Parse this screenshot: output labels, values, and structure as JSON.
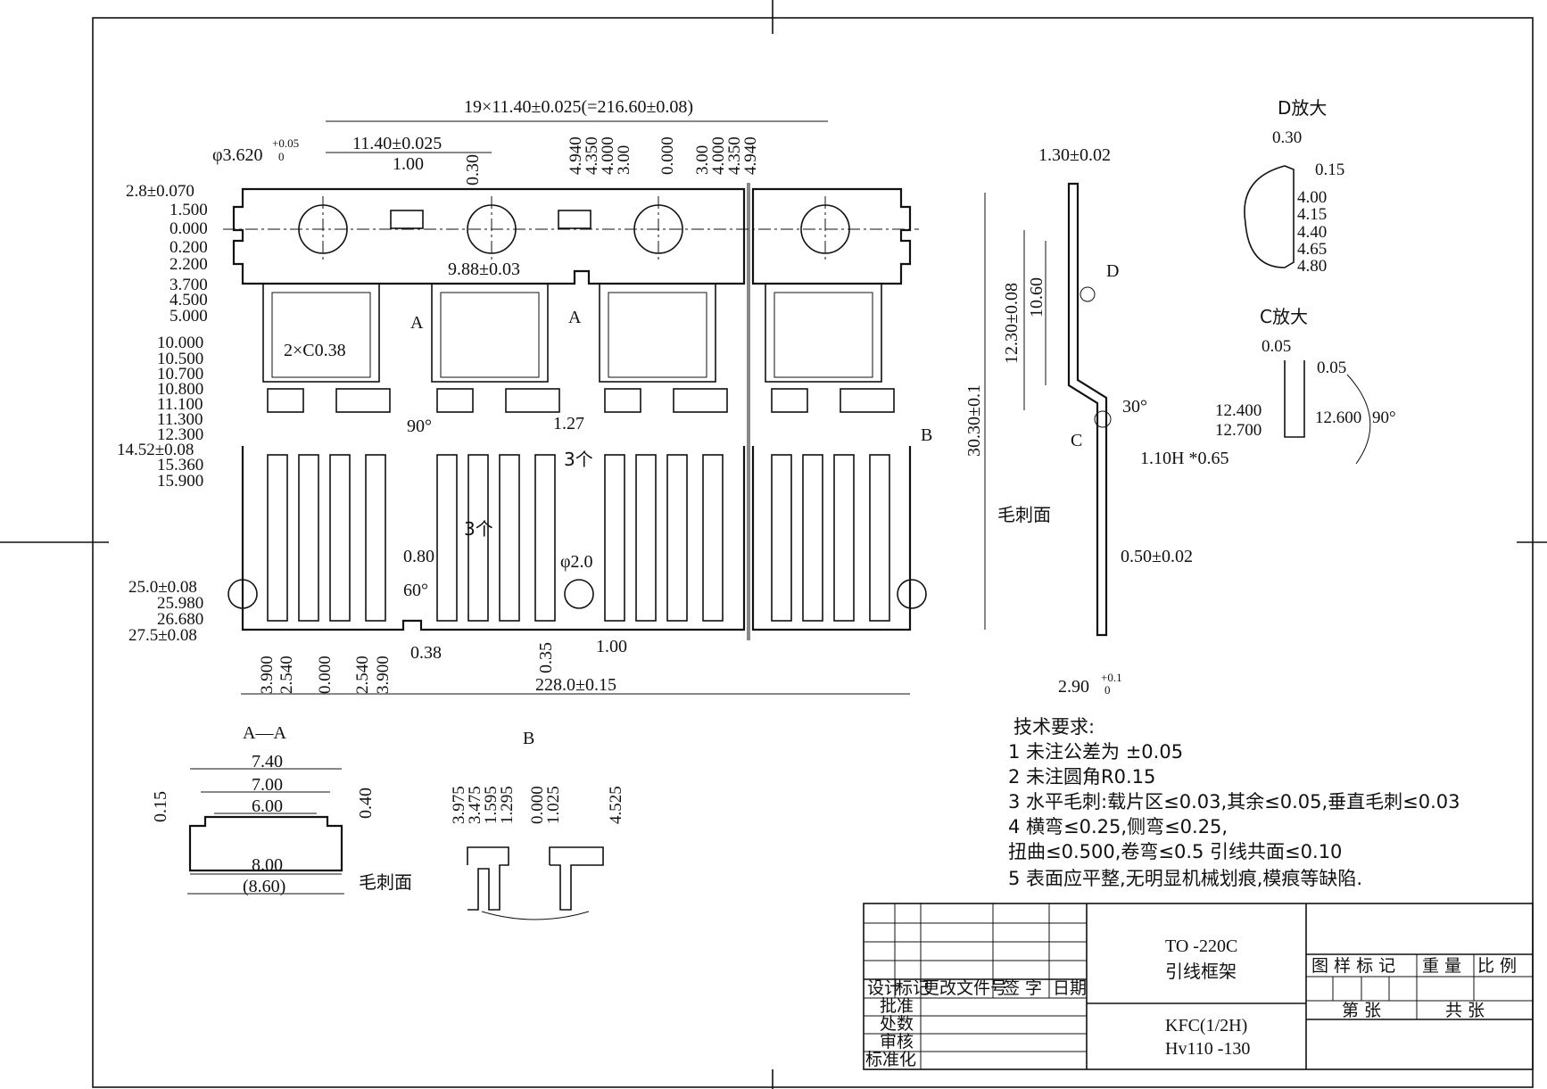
{
  "top_view": {
    "overall_pitch": "19×11.40±0.025(=216.60±0.08)",
    "pitch": "11.40±0.025",
    "hole_dia_main": "φ3.620",
    "hole_dia_tol_upper": "+0.05",
    "hole_dia_tol_lower": "0",
    "slot_width": "1.00",
    "slot_depth": "0.30",
    "pad_width": "9.88±0.03",
    "chamfer": "2×C0.38",
    "lead_angle": "90°",
    "lead_pitch": "1.27",
    "lead_count": "3个",
    "lead_count_2": "3个",
    "lead_width": "0.80",
    "notch_angle": "60°",
    "notch_depth": "0.38",
    "small_hole": "φ2.0",
    "tab_width": "0.35",
    "tab_offset": "1.00",
    "overall_length": "228.0±0.15",
    "section_marker": "A",
    "detail_b_marker": "B",
    "left_dims": [
      "2.8±0.070",
      "1.500",
      "0.000",
      "0.200",
      "2.200",
      "3.700",
      "4.500",
      "5.000",
      "10.000",
      "10.500",
      "10.700",
      "10.800",
      "11.100",
      "11.300",
      "12.300",
      "14.52±0.08",
      "15.360",
      "15.900",
      "25.0±0.08",
      "25.980",
      "26.680",
      "27.5±0.08"
    ],
    "top_dims": [
      "4.940",
      "4.350",
      "4.000",
      "3.00",
      "0.000",
      "3.00",
      "4.000",
      "4.350",
      "4.940"
    ],
    "bottom_dims": [
      "3.900",
      "2.540",
      "0.000",
      "2.540",
      "3.900"
    ]
  },
  "side_view": {
    "thickness_top": "1.30±0.02",
    "height_bend": "12.30±0.08",
    "height_flat": "10.60",
    "total_height": "30.30±0.1",
    "bend_angle": "30°",
    "hardness_note": "1.10H *0.65",
    "burr_label": "毛刺面",
    "thickness": "0.50±0.02",
    "offset_main": "2.90",
    "offset_tol_upper": "+0.1",
    "offset_tol_lower": "0",
    "detail_c_marker": "C",
    "detail_d_marker": "D"
  },
  "detail_d": {
    "title": "D放大",
    "dims": [
      "0.30",
      "0.15",
      "4.00",
      "4.15",
      "4.40",
      "4.65",
      "4.80"
    ]
  },
  "detail_c": {
    "title": "C放大",
    "dims": [
      "0.05",
      "0.05",
      "12.400",
      "12.700",
      "12.600",
      "90°"
    ]
  },
  "section_aa": {
    "title": "A—A",
    "dims": [
      "7.40",
      "7.00",
      "6.00",
      "0.15",
      "0.40",
      "8.00",
      "(8.60)"
    ],
    "burr_label": "毛刺面"
  },
  "detail_b": {
    "title": "B",
    "dims": [
      "3.975",
      "3.475",
      "1.595",
      "1.295",
      "0.000",
      "1.025",
      "4.525"
    ]
  },
  "notes": {
    "title": "技术要求:",
    "items": [
      "1 未注公差为 ±0.05",
      "2 未注圆角R0.15",
      "3 水平毛刺:载片区≤0.03,其余≤0.05,垂直毛刺≤0.03",
      "4 横弯≤0.25,侧弯≤0.25,",
      "扭曲≤0.500,卷弯≤0.5 引线共面≤0.10",
      "5 表面应平整,无明显机械划痕,模痕等缺陷."
    ]
  },
  "title_block": {
    "headers": [
      "设计",
      "标记",
      "更改文件号",
      "签 字",
      "日期"
    ],
    "rows": [
      "批准",
      "处数",
      "审核",
      "标准化"
    ],
    "part_name_1": "TO -220C",
    "part_name_2": "引线框架",
    "material_1": "KFC(1/2H)",
    "material_2": "Hv110 -130",
    "right_headers": [
      "图 样 标 记",
      "重 量",
      "比 例"
    ],
    "sheet_label": "第 张",
    "total_label": "共 张"
  }
}
